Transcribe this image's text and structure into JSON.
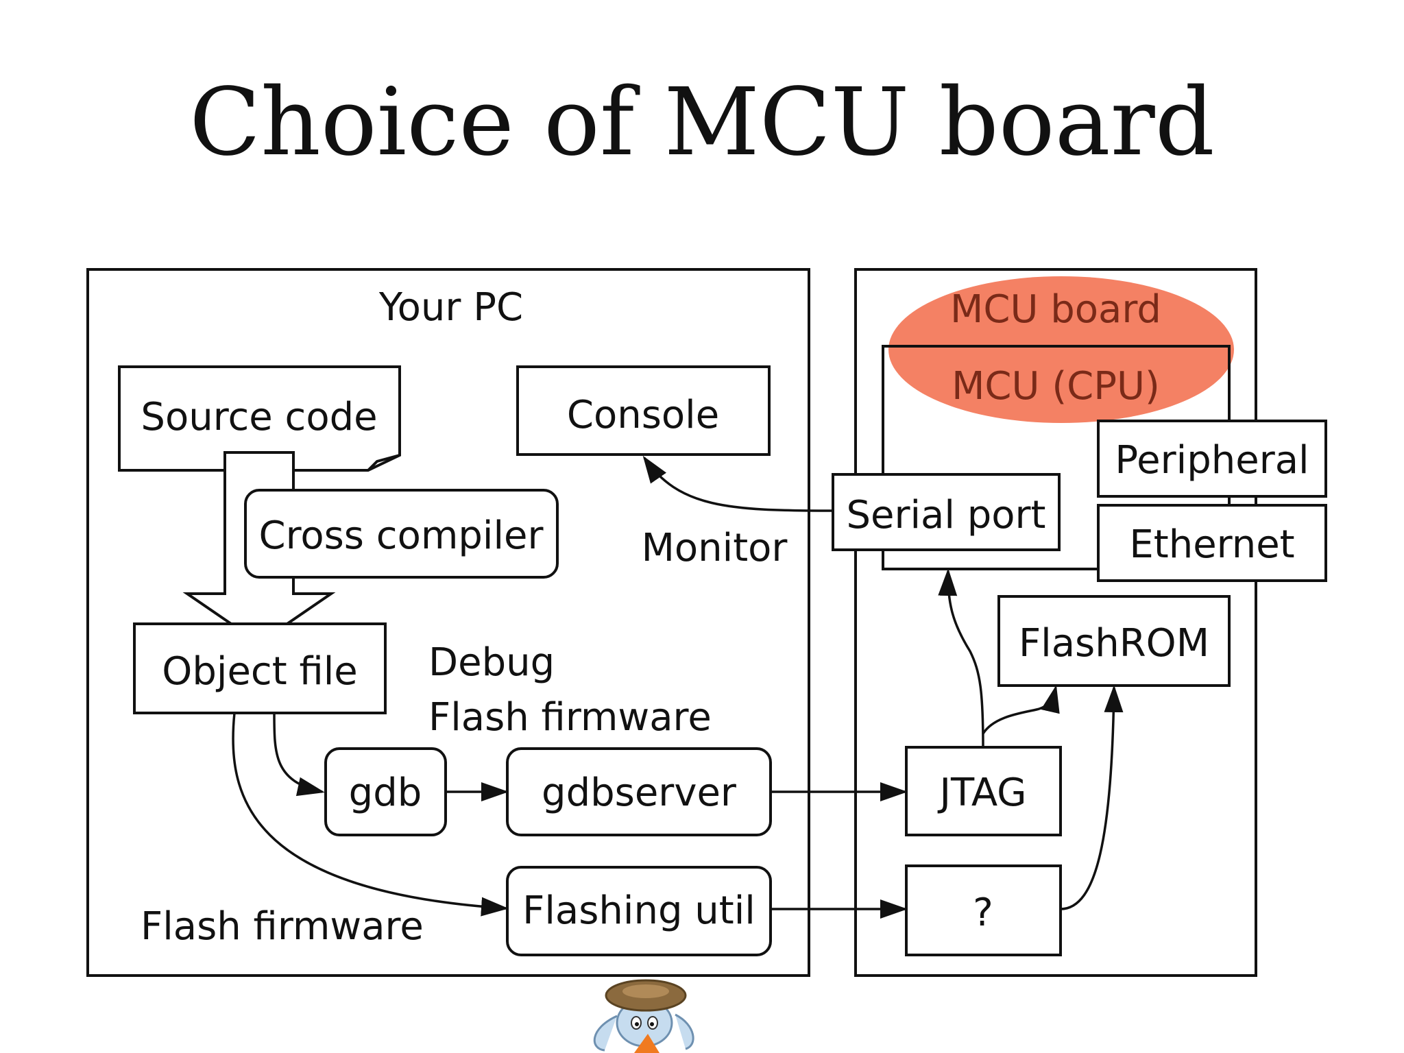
{
  "slide": {
    "title": "Choice of MCU board"
  },
  "colors": {
    "ink": "#111111",
    "highlight": "#f36f4f",
    "paper": "#ffffff"
  },
  "pc": {
    "title": "Your PC",
    "source_code": "Source code",
    "cross_compiler": "Cross compiler",
    "console": "Console",
    "monitor": "Monitor",
    "object_file": "Object file",
    "debug": "Debug",
    "flash_firmware_debug": "Flash firmware",
    "gdb": "gdb",
    "gdbserver": "gdbserver",
    "flash_firmware": "Flash firmware",
    "flashing_util": "Flashing util"
  },
  "board": {
    "title": "MCU board",
    "mcu": "MCU (CPU)",
    "peripheral": "Peripheral",
    "serial_port": "Serial port",
    "ethernet": "Ethernet",
    "flashrom": "FlashROM",
    "jtag": "JTAG",
    "unknown": "?"
  },
  "mascot": {
    "icon": "turtle-mascot-icon"
  }
}
